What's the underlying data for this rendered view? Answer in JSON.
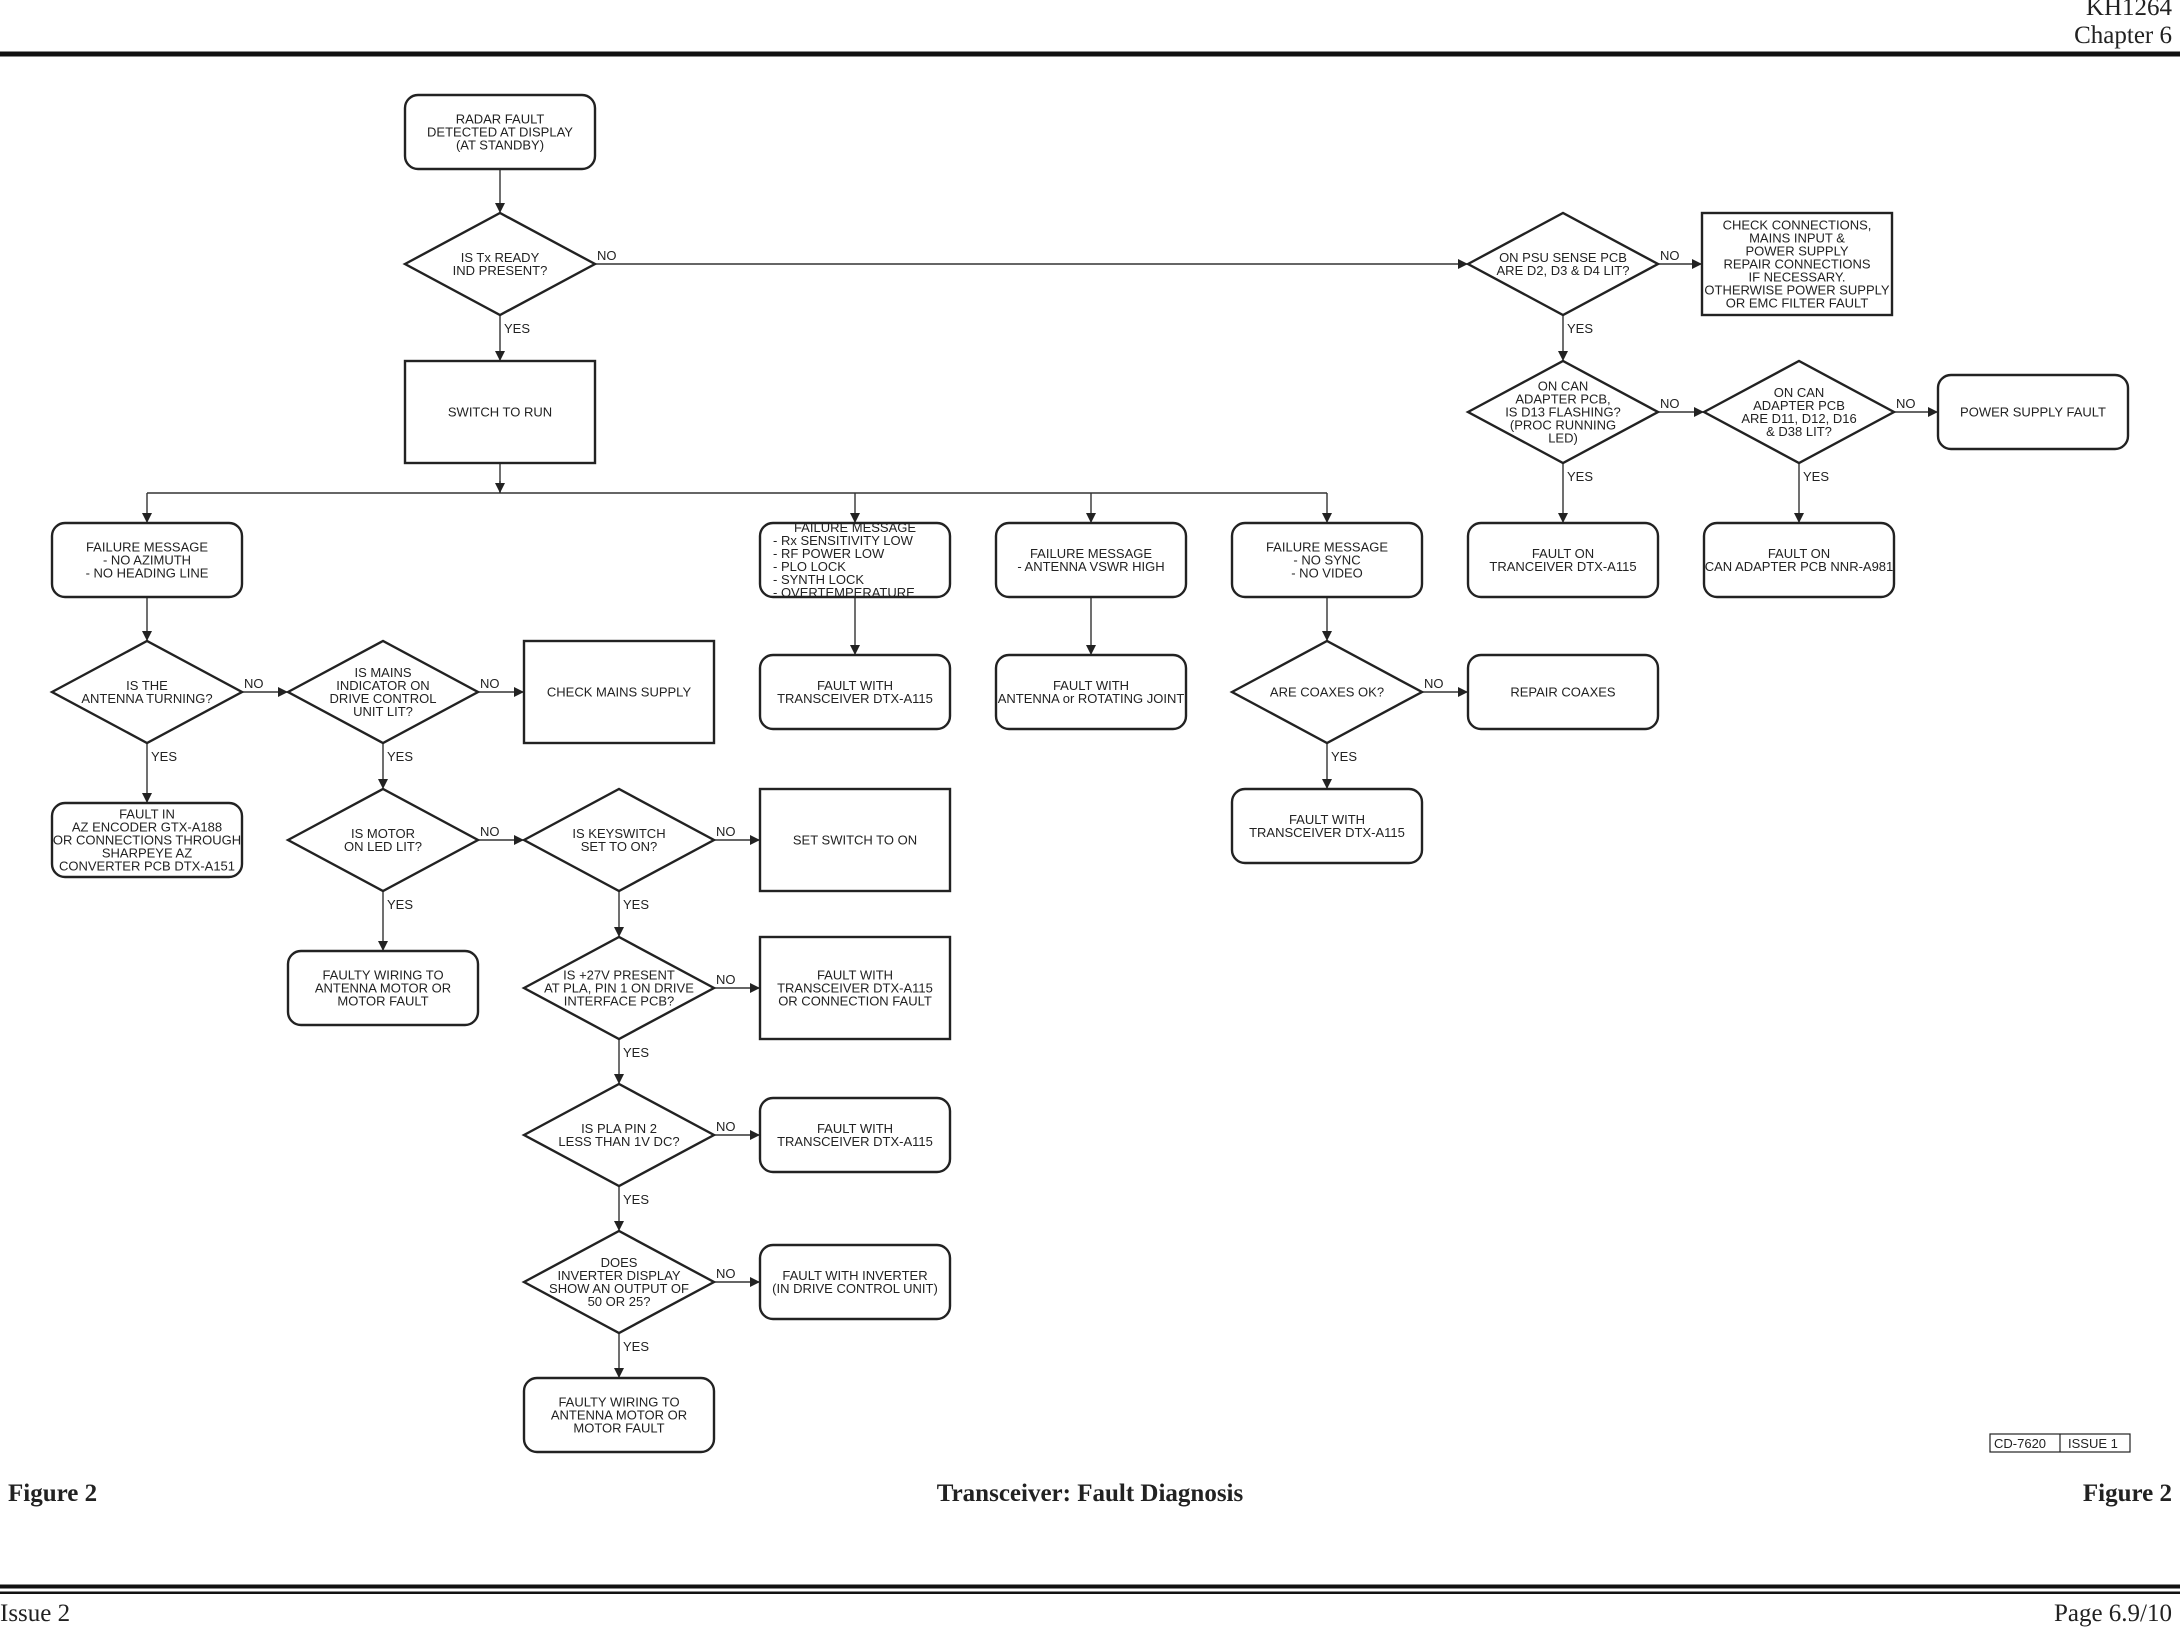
{
  "header": {
    "doc_id": "KH1264",
    "chapter": "Chapter 6"
  },
  "footer": {
    "figure_left": "Figure 2",
    "title": "Transceiver: Fault Diagnosis",
    "figure_right": "Figure 2",
    "issue": "Issue 2",
    "page": "Page 6.9/10"
  },
  "drawing_ref": {
    "number": "CD-7620",
    "issue": "ISSUE 1"
  },
  "labels": {
    "yes": "YES",
    "no": "NO"
  },
  "nodes": {
    "start": [
      "RADAR FAULT",
      "DETECTED AT DISPLAY",
      "(AT STANDBY)"
    ],
    "tx_ready": [
      "IS Tx READY",
      "IND PRESENT?"
    ],
    "switch_run": [
      "SWITCH TO RUN"
    ],
    "psu_sense": [
      "ON PSU SENSE PCB",
      "ARE D2, D3 & D4 LIT?"
    ],
    "check_conn": [
      "CHECK CONNECTIONS,",
      "MAINS INPUT &",
      "POWER SUPPLY",
      "REPAIR CONNECTIONS",
      "IF NECESSARY.",
      "OTHERWISE POWER SUPPLY",
      "OR EMC FILTER FAULT"
    ],
    "can_d13": [
      "ON CAN",
      "ADAPTER PCB,",
      "IS D13 FLASHING?",
      "(PROC RUNNING",
      "LED)"
    ],
    "can_d11": [
      "ON CAN",
      "ADAPTER PCB",
      "ARE D11, D12, D16",
      "& D38 LIT?"
    ],
    "psu_fault": [
      "POWER SUPPLY FAULT"
    ],
    "fault_tranceiver": [
      "FAULT ON",
      "TRANCEIVER DTX-A115"
    ],
    "fault_can": [
      "FAULT ON",
      "CAN ADAPTER PCB NNR-A981"
    ],
    "fm_azimuth": [
      "FAILURE MESSAGE",
      "- NO AZIMUTH",
      "- NO HEADING LINE"
    ],
    "fm_rx": [
      "FAILURE MESSAGE",
      "- Rx SENSITIVITY LOW",
      "- RF POWER LOW",
      "- PLO LOCK",
      "- SYNTH LOCK",
      "- OVERTEMPERATURE"
    ],
    "fm_vswr": [
      "FAILURE MESSAGE",
      "- ANTENNA VSWR HIGH"
    ],
    "fm_sync": [
      "FAILURE MESSAGE",
      "- NO SYNC",
      "- NO VIDEO"
    ],
    "antenna_turning": [
      "IS THE",
      "ANTENNA TURNING?"
    ],
    "mains_ind": [
      "IS MAINS",
      "INDICATOR ON",
      "DRIVE CONTROL",
      "UNIT LIT?"
    ],
    "check_mains": [
      "CHECK MAINS SUPPLY"
    ],
    "fault_trx_1": [
      "FAULT WITH",
      "TRANSCEIVER DTX-A115"
    ],
    "fault_antenna": [
      "FAULT WITH",
      "ANTENNA or ROTATING JOINT"
    ],
    "coaxes": [
      "ARE COAXES OK?"
    ],
    "repair_coaxes": [
      "REPAIR COAXES"
    ],
    "fault_az": [
      "FAULT IN",
      "AZ ENCODER GTX-A188",
      "OR CONNECTIONS THROUGH",
      "SHARPEYE AZ",
      "CONVERTER PCB DTX-A151"
    ],
    "motor_led": [
      "IS MOTOR",
      "ON LED LIT?"
    ],
    "keyswitch": [
      "IS KEYSWITCH",
      "SET TO ON?"
    ],
    "set_switch": [
      "SET SWITCH TO ON"
    ],
    "fault_trx_2": [
      "FAULT WITH",
      "TRANSCEIVER DTX-A115"
    ],
    "wiring_1": [
      "FAULTY WIRING TO",
      "ANTENNA MOTOR OR",
      "MOTOR FAULT"
    ],
    "v27": [
      "IS +27V PRESENT",
      "AT PLA, PIN 1 ON DRIVE",
      "INTERFACE PCB?"
    ],
    "fault_trx_conn": [
      "FAULT WITH",
      "TRANSCEIVER DTX-A115",
      "OR CONNECTION FAULT"
    ],
    "pla_pin2": [
      "IS PLA PIN 2",
      "LESS THAN 1V DC?"
    ],
    "fault_trx_3": [
      "FAULT WITH",
      "TRANSCEIVER DTX-A115"
    ],
    "inverter": [
      "DOES",
      "INVERTER DISPLAY",
      "SHOW AN OUTPUT OF",
      "50 OR 25?"
    ],
    "fault_inverter": [
      "FAULT WITH INVERTER",
      "(IN DRIVE CONTROL UNIT)"
    ],
    "wiring_2": [
      "FAULTY WIRING TO",
      "ANTENNA MOTOR OR",
      "MOTOR FAULT"
    ]
  }
}
